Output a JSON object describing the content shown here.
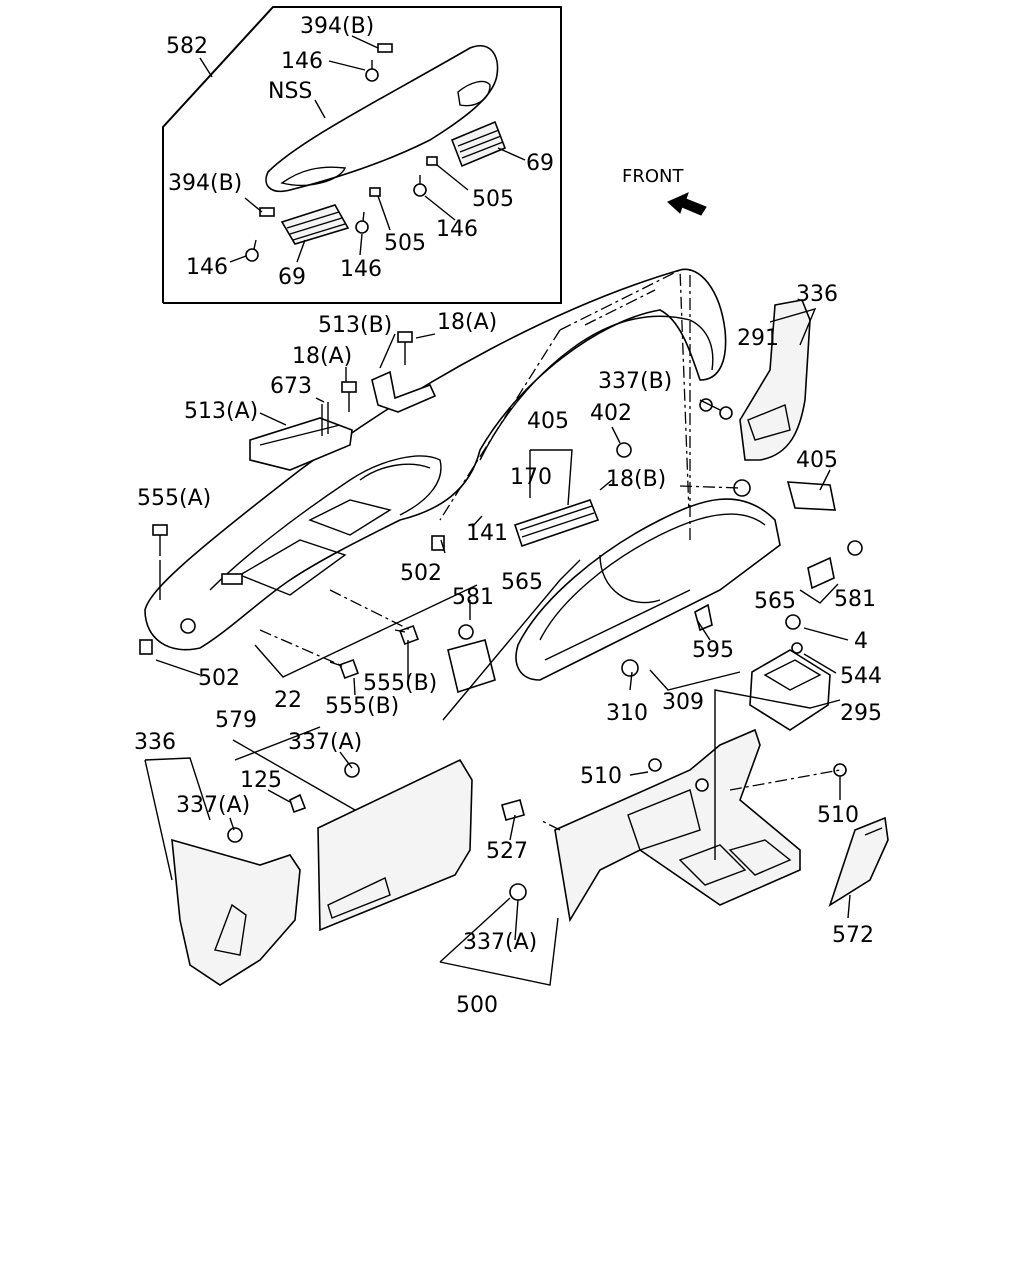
{
  "front_label": "FRONT",
  "labels": [
    {
      "id": "582",
      "text": "582"
    },
    {
      "id": "394b_top",
      "text": "394(B)"
    },
    {
      "id": "146_top",
      "text": "146"
    },
    {
      "id": "nss",
      "text": "NSS"
    },
    {
      "id": "69_right",
      "text": "69"
    },
    {
      "id": "394b_left",
      "text": "394(B)"
    },
    {
      "id": "505_right",
      "text": "505"
    },
    {
      "id": "146_mid",
      "text": "146"
    },
    {
      "id": "505_mid",
      "text": "505"
    },
    {
      "id": "146_left",
      "text": "146"
    },
    {
      "id": "69_bottom",
      "text": "69"
    },
    {
      "id": "146_bottom",
      "text": "146"
    },
    {
      "id": "336_top",
      "text": "336"
    },
    {
      "id": "513b",
      "text": "513(B)"
    },
    {
      "id": "18a_top",
      "text": "18(A)"
    },
    {
      "id": "18a_left",
      "text": "18(A)"
    },
    {
      "id": "291",
      "text": "291"
    },
    {
      "id": "673",
      "text": "673"
    },
    {
      "id": "337b",
      "text": "337(B)"
    },
    {
      "id": "513a",
      "text": "513(A)"
    },
    {
      "id": "405_left",
      "text": "405"
    },
    {
      "id": "402",
      "text": "402"
    },
    {
      "id": "405_right",
      "text": "405"
    },
    {
      "id": "555a",
      "text": "555(A)"
    },
    {
      "id": "170",
      "text": "170"
    },
    {
      "id": "18b",
      "text": "18(B)"
    },
    {
      "id": "141",
      "text": "141"
    },
    {
      "id": "502_top",
      "text": "502"
    },
    {
      "id": "565_left",
      "text": "565"
    },
    {
      "id": "581_left",
      "text": "581"
    },
    {
      "id": "565_right",
      "text": "565"
    },
    {
      "id": "581_right",
      "text": "581"
    },
    {
      "id": "4",
      "text": "4"
    },
    {
      "id": "595",
      "text": "595"
    },
    {
      "id": "544",
      "text": "544"
    },
    {
      "id": "502_bottom",
      "text": "502"
    },
    {
      "id": "555b_right",
      "text": "555(B)"
    },
    {
      "id": "22",
      "text": "22"
    },
    {
      "id": "309",
      "text": "309"
    },
    {
      "id": "555b_bottom",
      "text": "555(B)"
    },
    {
      "id": "310",
      "text": "310"
    },
    {
      "id": "295",
      "text": "295"
    },
    {
      "id": "579",
      "text": "579"
    },
    {
      "id": "336_left",
      "text": "336"
    },
    {
      "id": "337a_top",
      "text": "337(A)"
    },
    {
      "id": "125",
      "text": "125"
    },
    {
      "id": "510_left",
      "text": "510"
    },
    {
      "id": "337a_left",
      "text": "337(A)"
    },
    {
      "id": "510_right",
      "text": "510"
    },
    {
      "id": "527",
      "text": "527"
    },
    {
      "id": "572",
      "text": "572"
    },
    {
      "id": "337a_bottom",
      "text": "337(A)"
    },
    {
      "id": "500",
      "text": "500"
    }
  ]
}
